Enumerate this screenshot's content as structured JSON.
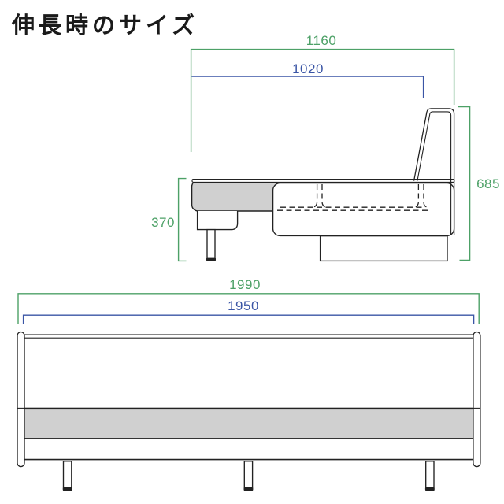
{
  "title": "伸長時のサイズ",
  "colors": {
    "dim_green": "#4da167",
    "dim_blue": "#3a55a5",
    "line_color": "#222222",
    "cushion_gray": "#d0d0d0"
  },
  "side_view": {
    "dim_width_outer": "1160",
    "dim_width_inner": "1020",
    "dim_height_total": "685",
    "dim_height_seat": "370"
  },
  "front_view": {
    "dim_width_outer": "1990",
    "dim_width_inner": "1950"
  }
}
